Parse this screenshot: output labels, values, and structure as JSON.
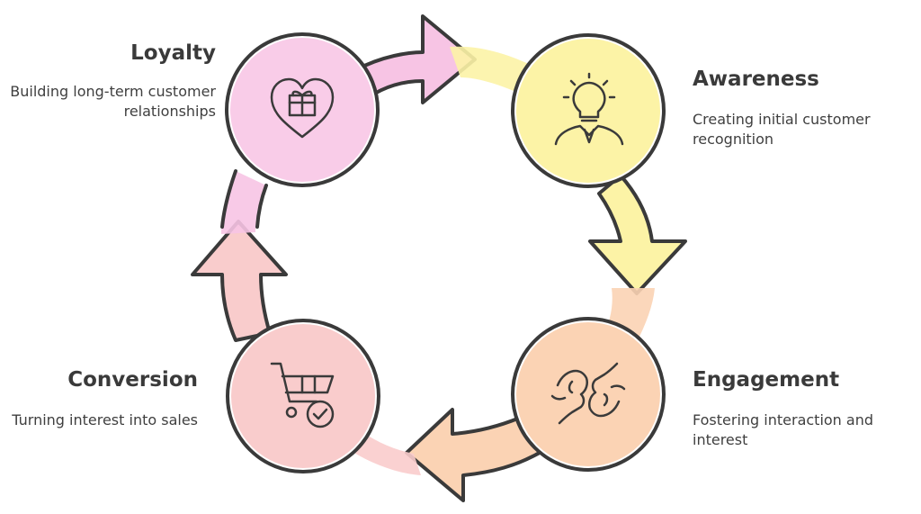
{
  "stages": {
    "loyalty": {
      "title": "Loyalty",
      "description": "Building long-term customer relationships",
      "color": "#f9cce8",
      "icon": "heart-gift-icon"
    },
    "awareness": {
      "title": "Awareness",
      "description": "Creating initial customer recognition",
      "color": "#fcf3a6",
      "icon": "lightbulb-person-icon"
    },
    "engagement": {
      "title": "Engagement",
      "description": "Fostering interaction and interest",
      "color": "#fbd3b4",
      "icon": "fist-bump-icon"
    },
    "conversion": {
      "title": "Conversion",
      "description": "Turning interest into sales",
      "color": "#f9cccc",
      "icon": "cart-check-icon"
    }
  },
  "colors": {
    "outline": "#3a3a3a"
  }
}
